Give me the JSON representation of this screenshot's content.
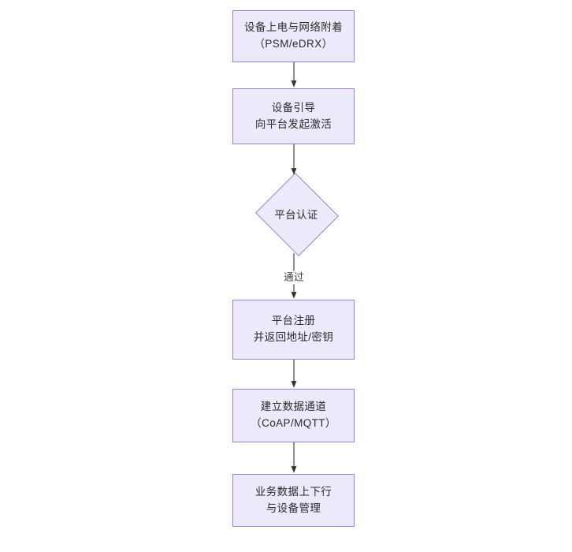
{
  "diagram": {
    "type": "flowchart",
    "orientation": "top-to-bottom",
    "background_color": "#ffffff",
    "node_fill_color": "#eceafa",
    "node_border_color": "#9e7fd4",
    "text_color": "#2b2b2b",
    "edge_color": "#333333",
    "nodes": [
      {
        "id": "n1",
        "shape": "rect",
        "line1": "设备上电与网络附着",
        "line2": "（PSM/eDRX）"
      },
      {
        "id": "n2",
        "shape": "rect",
        "line1": "设备引导",
        "line2": "向平台发起激活"
      },
      {
        "id": "n3",
        "shape": "diamond",
        "line1": "平台认证",
        "line2": ""
      },
      {
        "id": "n4",
        "shape": "rect",
        "line1": "平台注册",
        "line2": "并返回地址/密钥"
      },
      {
        "id": "n5",
        "shape": "rect",
        "line1": "建立数据通道",
        "line2": "（CoAP/MQTT）"
      },
      {
        "id": "n6",
        "shape": "rect",
        "line1": "业务数据上下行",
        "line2": "与设备管理"
      }
    ],
    "edges": [
      {
        "from": "n1",
        "to": "n2",
        "label": ""
      },
      {
        "from": "n2",
        "to": "n3",
        "label": ""
      },
      {
        "from": "n3",
        "to": "n4",
        "label": "通过"
      },
      {
        "from": "n4",
        "to": "n5",
        "label": ""
      },
      {
        "from": "n5",
        "to": "n6",
        "label": ""
      }
    ]
  }
}
